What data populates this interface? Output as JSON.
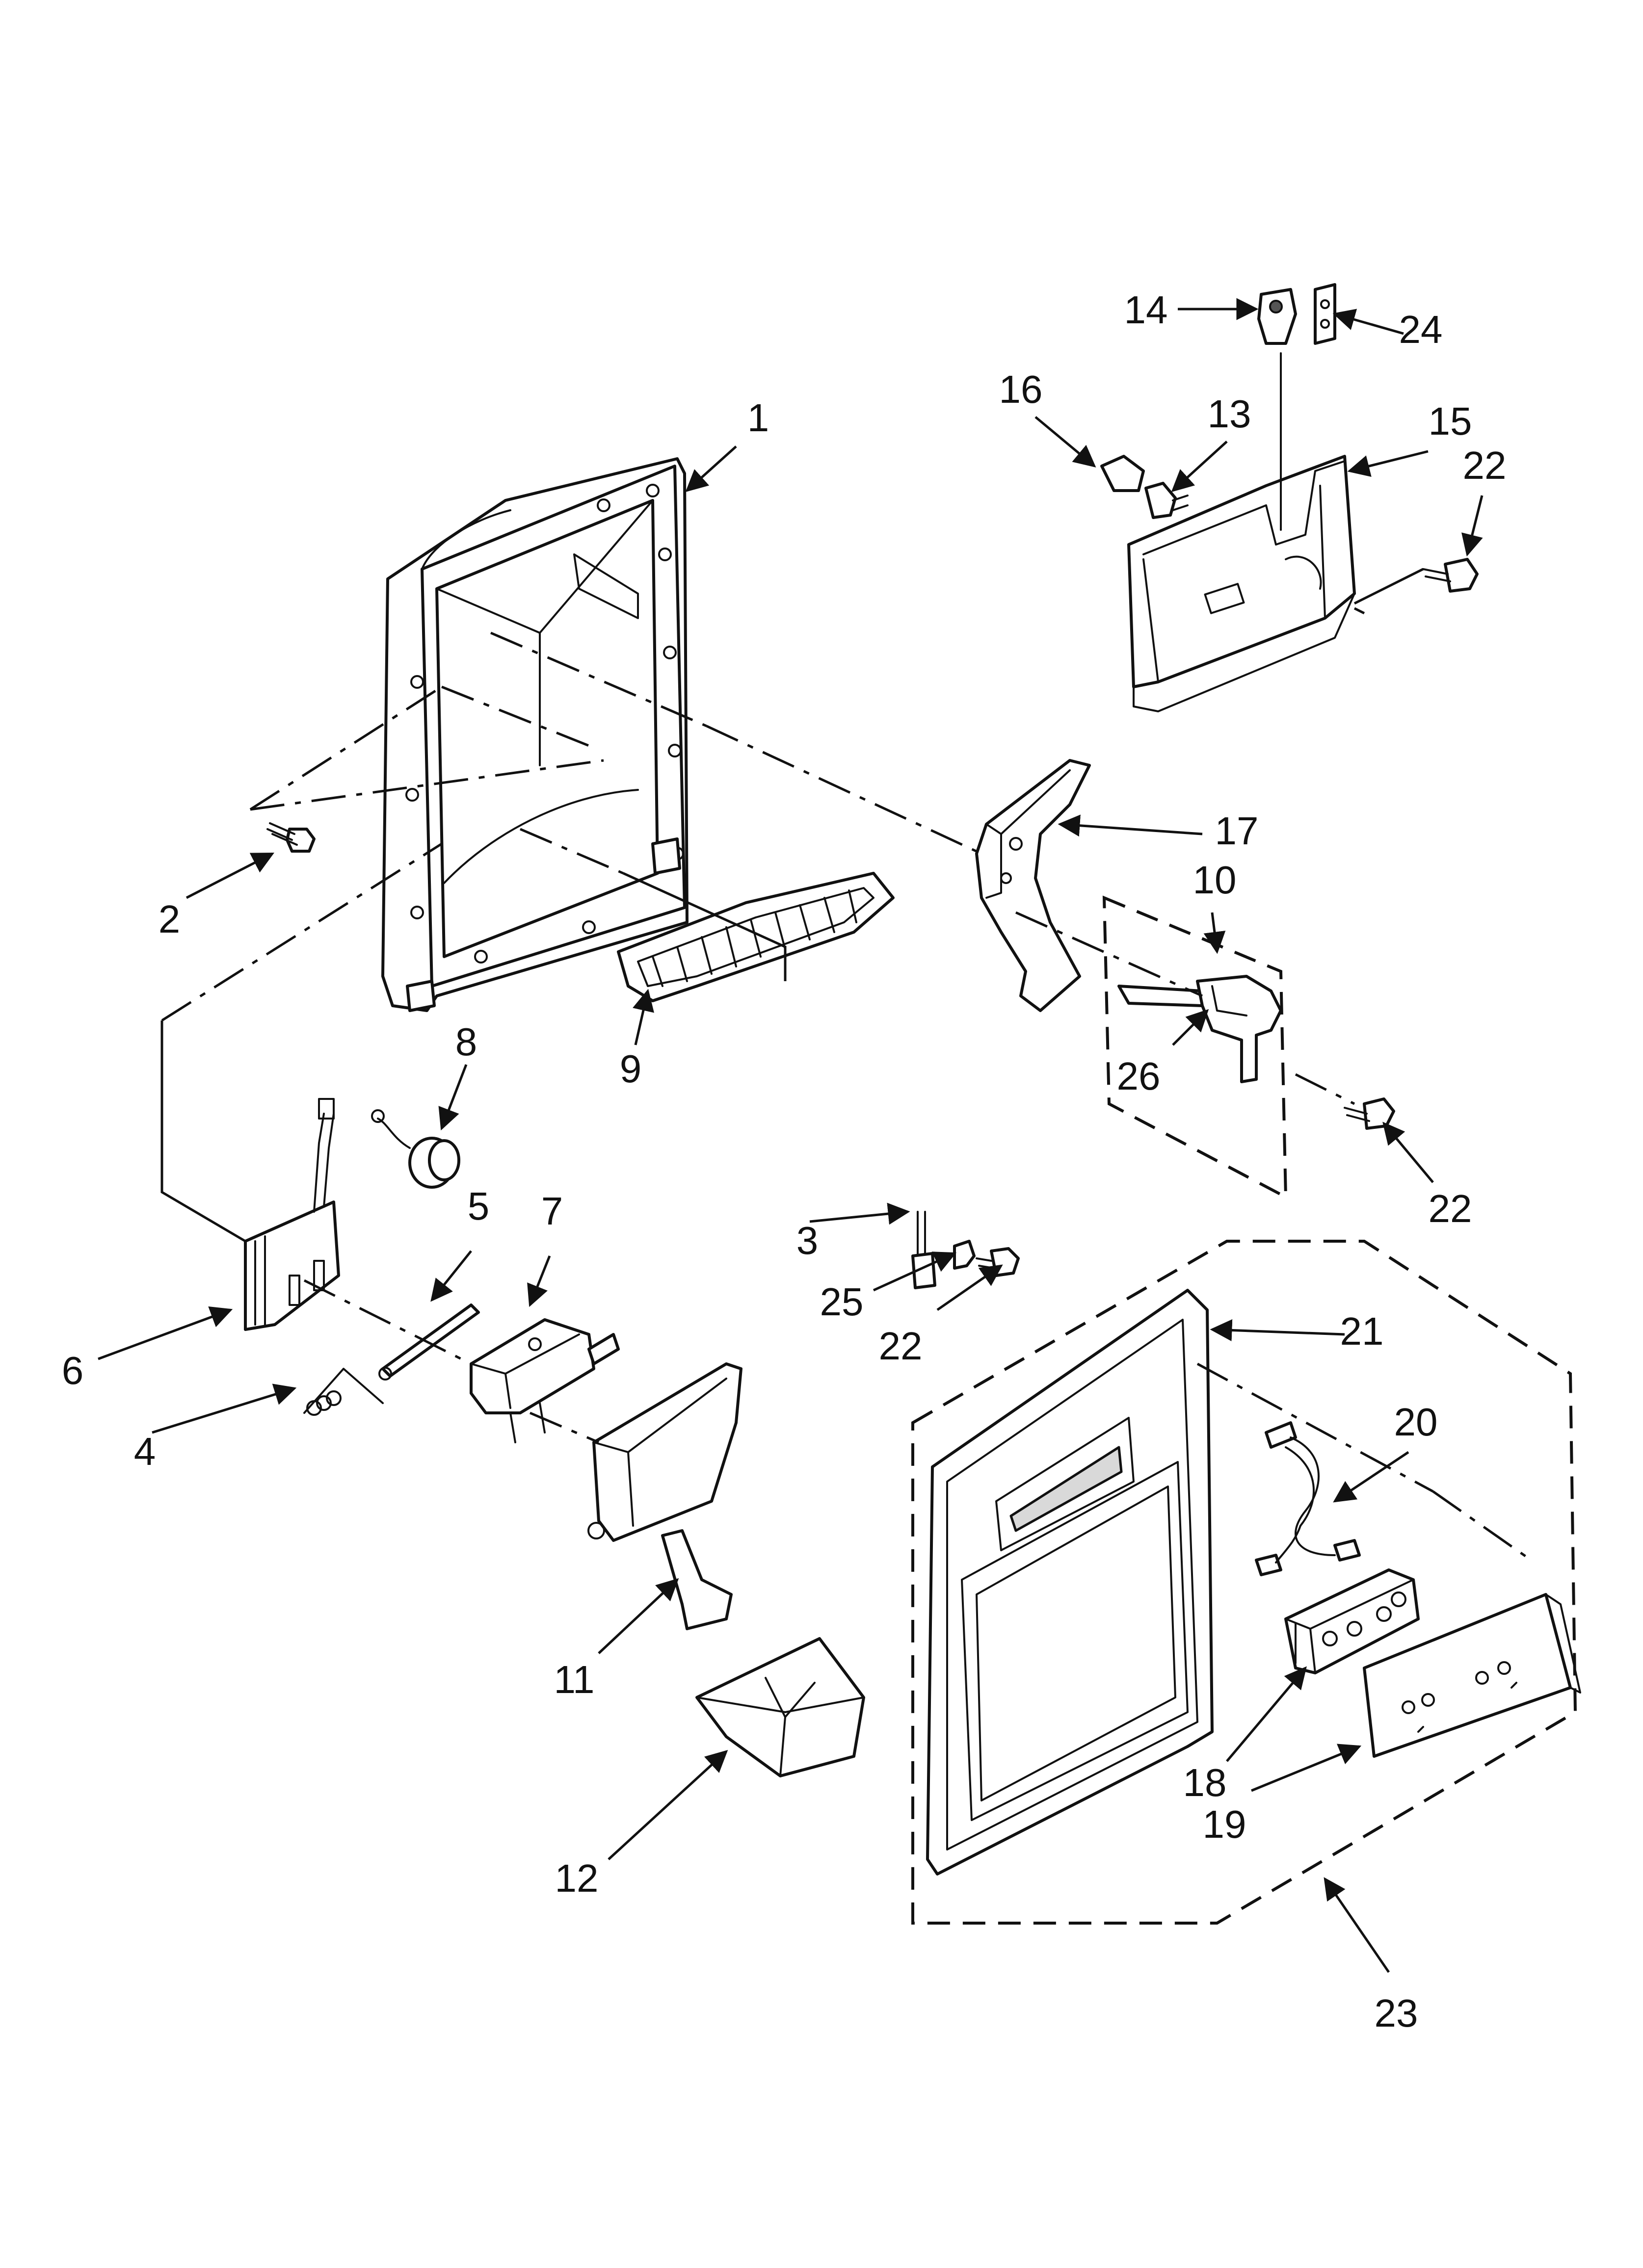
{
  "callouts": [
    {
      "id": "1",
      "text": "1"
    },
    {
      "id": "2",
      "text": "2"
    },
    {
      "id": "3",
      "text": "3"
    },
    {
      "id": "4",
      "text": "4"
    },
    {
      "id": "5",
      "text": "5"
    },
    {
      "id": "6",
      "text": "6"
    },
    {
      "id": "7",
      "text": "7"
    },
    {
      "id": "8",
      "text": "8"
    },
    {
      "id": "9",
      "text": "9"
    },
    {
      "id": "10",
      "text": "10"
    },
    {
      "id": "11",
      "text": "11"
    },
    {
      "id": "12",
      "text": "12"
    },
    {
      "id": "13",
      "text": "13"
    },
    {
      "id": "14",
      "text": "14"
    },
    {
      "id": "15",
      "text": "15"
    },
    {
      "id": "16",
      "text": "16"
    },
    {
      "id": "17",
      "text": "17"
    },
    {
      "id": "18",
      "text": "18"
    },
    {
      "id": "19",
      "text": "19"
    },
    {
      "id": "20",
      "text": "20"
    },
    {
      "id": "21",
      "text": "21"
    },
    {
      "id": "22a",
      "text": "22"
    },
    {
      "id": "22b",
      "text": "22"
    },
    {
      "id": "22c",
      "text": "22"
    },
    {
      "id": "23",
      "text": "23"
    },
    {
      "id": "24",
      "text": "24"
    },
    {
      "id": "25",
      "text": "25"
    },
    {
      "id": "26",
      "text": "26"
    }
  ]
}
